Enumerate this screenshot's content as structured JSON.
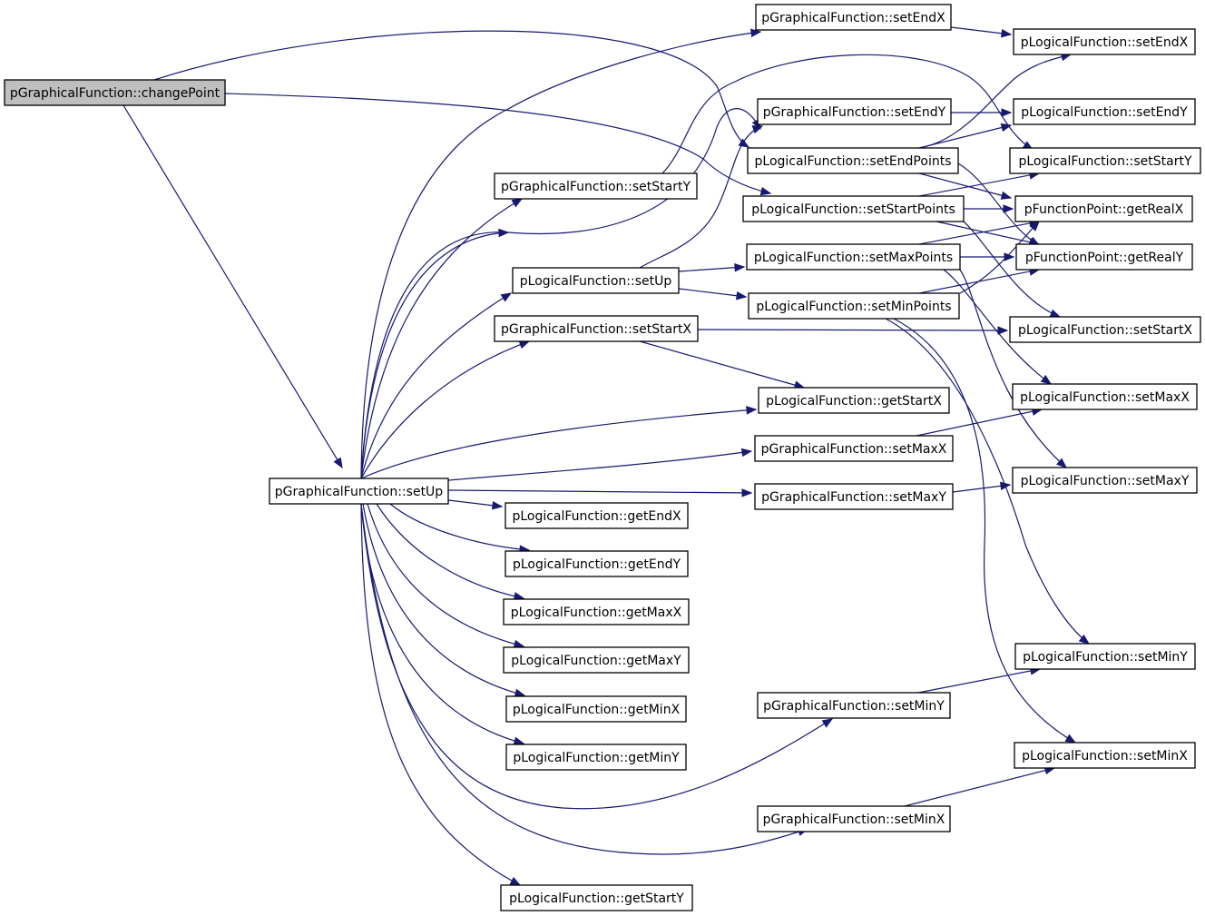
{
  "root_node": "pGraphicalFunction::changePoint",
  "nodes": [
    {
      "id": "changePoint",
      "label": "pGraphicalFunction::changePoint",
      "root": true
    },
    {
      "id": "gSetUp",
      "label": "pGraphicalFunction::setUp"
    },
    {
      "id": "gSetEndX",
      "label": "pGraphicalFunction::setEndX"
    },
    {
      "id": "gSetEndY",
      "label": "pGraphicalFunction::setEndY"
    },
    {
      "id": "gSetStartY",
      "label": "pGraphicalFunction::setStartY"
    },
    {
      "id": "gSetStartX",
      "label": "pGraphicalFunction::setStartX"
    },
    {
      "id": "gSetMaxX",
      "label": "pGraphicalFunction::setMaxX"
    },
    {
      "id": "gSetMaxY",
      "label": "pGraphicalFunction::setMaxY"
    },
    {
      "id": "gSetMinY",
      "label": "pGraphicalFunction::setMinY"
    },
    {
      "id": "gSetMinX",
      "label": "pGraphicalFunction::setMinX"
    },
    {
      "id": "lSetUp",
      "label": "pLogicalFunction::setUp"
    },
    {
      "id": "lSetEndPoints",
      "label": "pLogicalFunction::setEndPoints"
    },
    {
      "id": "lSetStartPoints",
      "label": "pLogicalFunction::setStartPoints"
    },
    {
      "id": "lSetMaxPoints",
      "label": "pLogicalFunction::setMaxPoints"
    },
    {
      "id": "lSetMinPoints",
      "label": "pLogicalFunction::setMinPoints"
    },
    {
      "id": "lGetStartX",
      "label": "pLogicalFunction::getStartX"
    },
    {
      "id": "lGetEndX",
      "label": "pLogicalFunction::getEndX"
    },
    {
      "id": "lGetEndY",
      "label": "pLogicalFunction::getEndY"
    },
    {
      "id": "lGetMaxX",
      "label": "pLogicalFunction::getMaxX"
    },
    {
      "id": "lGetMaxY",
      "label": "pLogicalFunction::getMaxY"
    },
    {
      "id": "lGetMinX",
      "label": "pLogicalFunction::getMinX"
    },
    {
      "id": "lGetMinY",
      "label": "pLogicalFunction::getMinY"
    },
    {
      "id": "lGetStartY",
      "label": "pLogicalFunction::getStartY"
    },
    {
      "id": "lSetEndX",
      "label": "pLogicalFunction::setEndX"
    },
    {
      "id": "lSetEndY",
      "label": "pLogicalFunction::setEndY"
    },
    {
      "id": "lSetStartY",
      "label": "pLogicalFunction::setStartY"
    },
    {
      "id": "fpGetRealX",
      "label": "pFunctionPoint::getRealX"
    },
    {
      "id": "fpGetRealY",
      "label": "pFunctionPoint::getRealY"
    },
    {
      "id": "lSetStartX",
      "label": "pLogicalFunction::setStartX"
    },
    {
      "id": "lSetMaxX",
      "label": "pLogicalFunction::setMaxX"
    },
    {
      "id": "lSetMaxY",
      "label": "pLogicalFunction::setMaxY"
    },
    {
      "id": "lSetMinY",
      "label": "pLogicalFunction::setMinY"
    },
    {
      "id": "lSetMinX",
      "label": "pLogicalFunction::setMinX"
    }
  ],
  "edges": [
    {
      "from": "changePoint",
      "to": "gSetUp"
    },
    {
      "from": "changePoint",
      "to": "lSetEndPoints"
    },
    {
      "from": "changePoint",
      "to": "lSetStartPoints"
    },
    {
      "from": "gSetUp",
      "to": "gSetEndX"
    },
    {
      "from": "gSetUp",
      "to": "gSetEndY"
    },
    {
      "from": "gSetUp",
      "to": "gSetStartY"
    },
    {
      "from": "gSetUp",
      "to": "lSetUp"
    },
    {
      "from": "gSetUp",
      "to": "gSetStartX"
    },
    {
      "from": "gSetUp",
      "to": "lGetStartX"
    },
    {
      "from": "gSetUp",
      "to": "gSetMaxX"
    },
    {
      "from": "gSetUp",
      "to": "gSetMaxY"
    },
    {
      "from": "gSetUp",
      "to": "lGetEndX"
    },
    {
      "from": "gSetUp",
      "to": "lGetEndY"
    },
    {
      "from": "gSetUp",
      "to": "lGetMaxX"
    },
    {
      "from": "gSetUp",
      "to": "lGetMaxY"
    },
    {
      "from": "gSetUp",
      "to": "lGetMinX"
    },
    {
      "from": "gSetUp",
      "to": "lGetMinY"
    },
    {
      "from": "gSetUp",
      "to": "gSetMinY"
    },
    {
      "from": "gSetUp",
      "to": "gSetMinX"
    },
    {
      "from": "gSetUp",
      "to": "lGetStartY"
    },
    {
      "from": "gSetUp",
      "to": "lSetStartPoints"
    },
    {
      "from": "gSetEndX",
      "to": "lSetEndX"
    },
    {
      "from": "gSetEndY",
      "to": "lSetEndY"
    },
    {
      "from": "gSetStartY",
      "to": "lSetStartY"
    },
    {
      "from": "gSetStartX",
      "to": "lSetStartX"
    },
    {
      "from": "gSetStartX",
      "to": "lGetStartX"
    },
    {
      "from": "gSetMaxX",
      "to": "lSetMaxX"
    },
    {
      "from": "gSetMaxY",
      "to": "lSetMaxY"
    },
    {
      "from": "gSetMinY",
      "to": "lSetMinY"
    },
    {
      "from": "gSetMinX",
      "to": "lSetMinX"
    },
    {
      "from": "lSetUp",
      "to": "gSetEndY"
    },
    {
      "from": "lSetUp",
      "to": "lSetMaxPoints"
    },
    {
      "from": "lSetUp",
      "to": "lSetMinPoints"
    },
    {
      "from": "lSetEndPoints",
      "to": "lSetEndX"
    },
    {
      "from": "lSetEndPoints",
      "to": "lSetEndY"
    },
    {
      "from": "lSetEndPoints",
      "to": "fpGetRealX"
    },
    {
      "from": "lSetEndPoints",
      "to": "fpGetRealY"
    },
    {
      "from": "lSetStartPoints",
      "to": "lSetStartY"
    },
    {
      "from": "lSetStartPoints",
      "to": "fpGetRealX"
    },
    {
      "from": "lSetStartPoints",
      "to": "fpGetRealY"
    },
    {
      "from": "lSetStartPoints",
      "to": "lSetStartX"
    },
    {
      "from": "lSetMaxPoints",
      "to": "fpGetRealX"
    },
    {
      "from": "lSetMaxPoints",
      "to": "fpGetRealY"
    },
    {
      "from": "lSetMaxPoints",
      "to": "lSetMaxX"
    },
    {
      "from": "lSetMaxPoints",
      "to": "lSetMaxY"
    },
    {
      "from": "lSetMinPoints",
      "to": "fpGetRealX"
    },
    {
      "from": "lSetMinPoints",
      "to": "fpGetRealY"
    },
    {
      "from": "lSetMinPoints",
      "to": "lSetMinY"
    },
    {
      "from": "lSetMinPoints",
      "to": "lSetMinX"
    }
  ]
}
